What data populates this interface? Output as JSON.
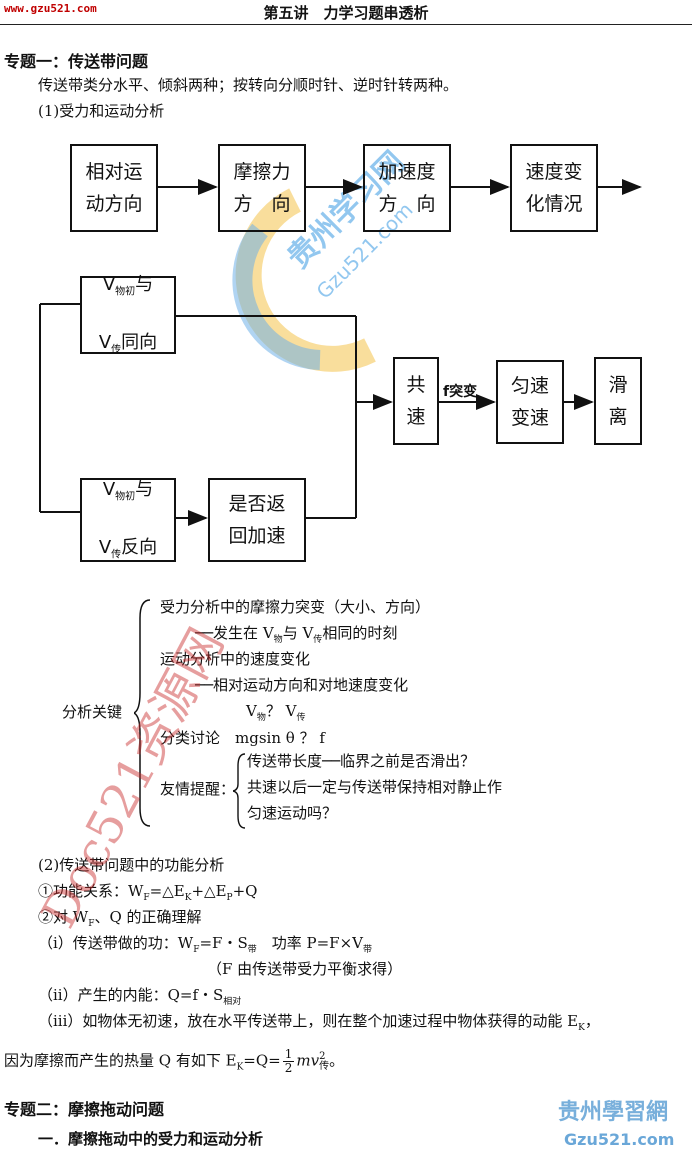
{
  "header": {
    "site": "www.gzu521.com",
    "title": "第五讲　力学习题串透析"
  },
  "topic1": {
    "heading": "专题一：传送带问题",
    "intro": "传送带类分水平、倾斜两种；按转向分顺时针、逆时针转两种。",
    "sub1": "(1)受力和运动分析"
  },
  "flow1": {
    "boxes": [
      "相对运\n动方向",
      "摩擦力\n方　向",
      "加速度\n方　向",
      "速度变\n化情况"
    ]
  },
  "flow2": {
    "same_dir": {
      "v1": "V",
      "sub1": "物初",
      "t1": "与",
      "v2": "V",
      "sub2": "传",
      "t2": "同向"
    },
    "opp_dir": {
      "v1": "V",
      "sub1": "物初",
      "t1": "与",
      "v2": "V",
      "sub2": "传",
      "t2": "反向"
    },
    "return_box": "是否返\n回加速",
    "common_speed": "共\n速",
    "mutation": "f突变",
    "uniform": "匀速\n变速",
    "slide": "滑\n离"
  },
  "key": {
    "label": "分析关键",
    "l1": "受力分析中的摩擦力突变（大小、方向）",
    "l2a": "──发生在 V",
    "l2s1": "物",
    "l2b": "与 V",
    "l2s2": "传",
    "l2c": "相同的时刻",
    "l3": "运动分析中的速度变化",
    "l4": "──相对运动方向和对地速度变化",
    "l5a": "V",
    "l5s1": "物",
    "l5b": "？ V",
    "l5s2": "传",
    "l6a": "分类讨论",
    "l6b": "mgsin θ ？ f",
    "tip_label": "友情提醒：",
    "t1": "传送带长度──临界之前是否滑出？",
    "t2": "共速以后一定与传送带保持相对静止作",
    "t3": "匀速运动吗？"
  },
  "energy": {
    "sub2": "(2)传送带问题中的功能分析",
    "e1a": "①功能关系：W",
    "e1s1": "F",
    "e1b": "=△E",
    "e1s2": "K",
    "e1c": "+△E",
    "e1s3": "P",
    "e1d": "+Q",
    "e2a": "②对 W",
    "e2s": "F",
    "e2b": "、Q 的正确理解",
    "e3a": "（i）传送带做的功：W",
    "e3s1": "F",
    "e3b": "=F・S",
    "e3s2": "带",
    "e3c": "　功率 P=F×V",
    "e3s3": "带",
    "e4": "（F 由传送带受力平衡求得）",
    "e5a": "（ii）产生的内能：Q=f・S",
    "e5s": "相对",
    "e6": "（iii）如物体无初速，放在水平传送带上，则在整个加速过程中物体获得的动能 E",
    "e6s": "K",
    "e6end": "，",
    "e7a": "因为摩擦而产生的热量 Q 有如下 E",
    "e7s": "K",
    "e7b": "=Q=",
    "e7num": "1",
    "e7den": "2",
    "e7c": "mv",
    "e7sup": "2",
    "e7sub": "传",
    "e7d": "。"
  },
  "topic2": {
    "heading": "专题二：摩擦拖动问题",
    "sub1": "一．摩擦拖动中的受力和运动分析"
  },
  "watermarks": {
    "center_cn": "贵州学习网",
    "center_en": "Gzu521.com",
    "diag": "Doc521资源网",
    "corner_cn": "贵州學習網",
    "corner_en": "Gzu521.com"
  }
}
